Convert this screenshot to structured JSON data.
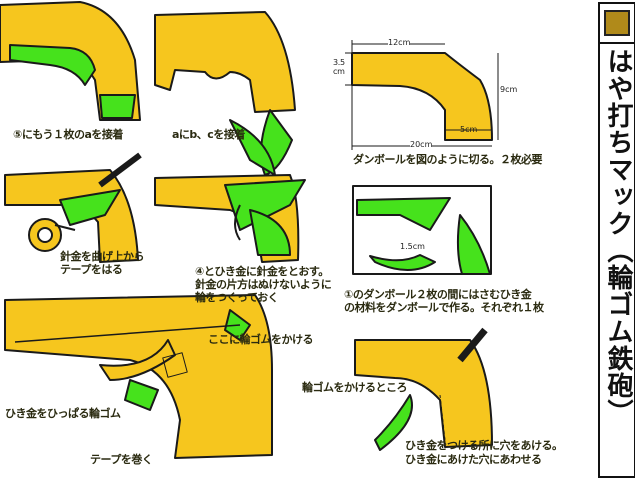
{
  "title": "はや打ちマック（輪ゴム鉄砲）",
  "colors": {
    "cardboard": "#f6c61e",
    "trigger": "#46e21c",
    "outline": "#1a1a1a"
  },
  "steps": {
    "step5": "⑤にもう１枚のaを接着",
    "glue_bc": "aにb、cを接着",
    "cut_line1": "ダンボールを図のように切る。２枚必要",
    "wire_tape_1": "針金を曲げ上から",
    "wire_tape_2": "テープをはる",
    "step4_1": "④とひき金に針金をとおす。",
    "step4_2": "針金の片方はぬけないように",
    "step4_3": "輪をつくっておく",
    "step1_1": "①のダンボール２枚の間にはさむひき金",
    "step1_2": "の材料をダンボールで作る。それぞれ１枚",
    "hook_here": "ここに輪ゴムをかける",
    "pull_band": "ひき金をひっぱる輪ゴム",
    "wrap_tape": "テープを巻く",
    "band_place": "輪ゴムをかけるところ",
    "hole_1": "ひき金をつける所に穴をあける。",
    "hole_2": "ひき金にあけた穴にあわせる"
  },
  "dimensions": {
    "top": "12cm",
    "left": "3.5cm",
    "right": "9cm",
    "grip": "5cm",
    "bottom": "20cm",
    "trigger": "1.5cm"
  }
}
